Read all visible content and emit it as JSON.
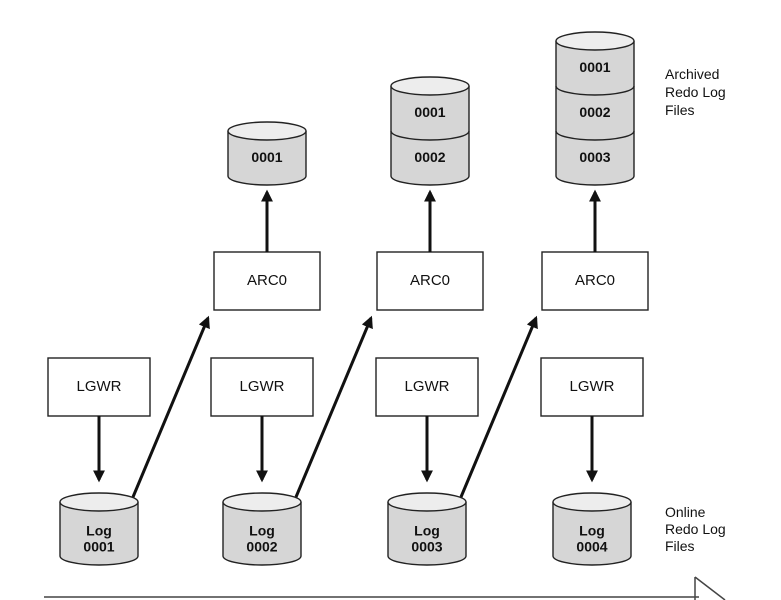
{
  "archived_label": [
    "Archived",
    "Redo Log",
    "Files"
  ],
  "online_label": [
    "Online",
    "Redo Log",
    "Files"
  ],
  "columns": [
    {
      "lgwr": "LGWR",
      "log": [
        "Log",
        "0001"
      ],
      "arc": "ARC0",
      "archived": [
        "0001"
      ]
    },
    {
      "lgwr": "LGWR",
      "log": [
        "Log",
        "0002"
      ],
      "arc": "ARC0",
      "archived": [
        "0001",
        "0002"
      ]
    },
    {
      "lgwr": "LGWR",
      "log": [
        "Log",
        "0003"
      ],
      "arc": "ARC0",
      "archived": [
        "0001",
        "0002",
        "0003"
      ]
    },
    {
      "lgwr": "LGWR",
      "log": [
        "Log",
        "0004"
      ],
      "arc": null,
      "archived": []
    }
  ]
}
